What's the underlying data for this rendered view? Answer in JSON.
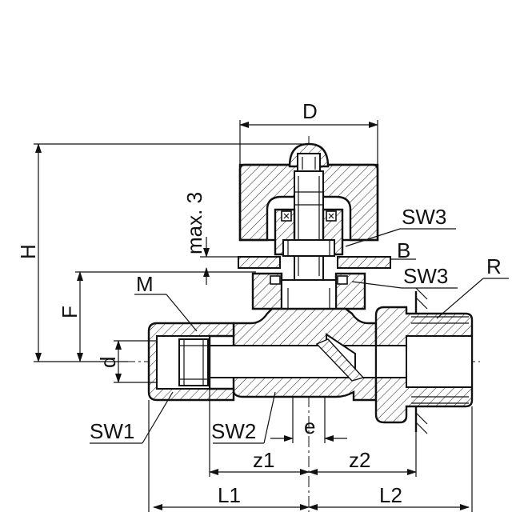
{
  "labels": {
    "D": "D",
    "H": "H",
    "F": "F",
    "d": "d",
    "max3": "max. 3",
    "M": "M",
    "SW1": "SW1",
    "SW2": "SW2",
    "SW3_top": "SW3",
    "SW3_mid": "SW3",
    "B": "B",
    "R": "R",
    "e": "e",
    "z1": "z1",
    "z2": "z2",
    "L1": "L1",
    "L2": "L2"
  }
}
